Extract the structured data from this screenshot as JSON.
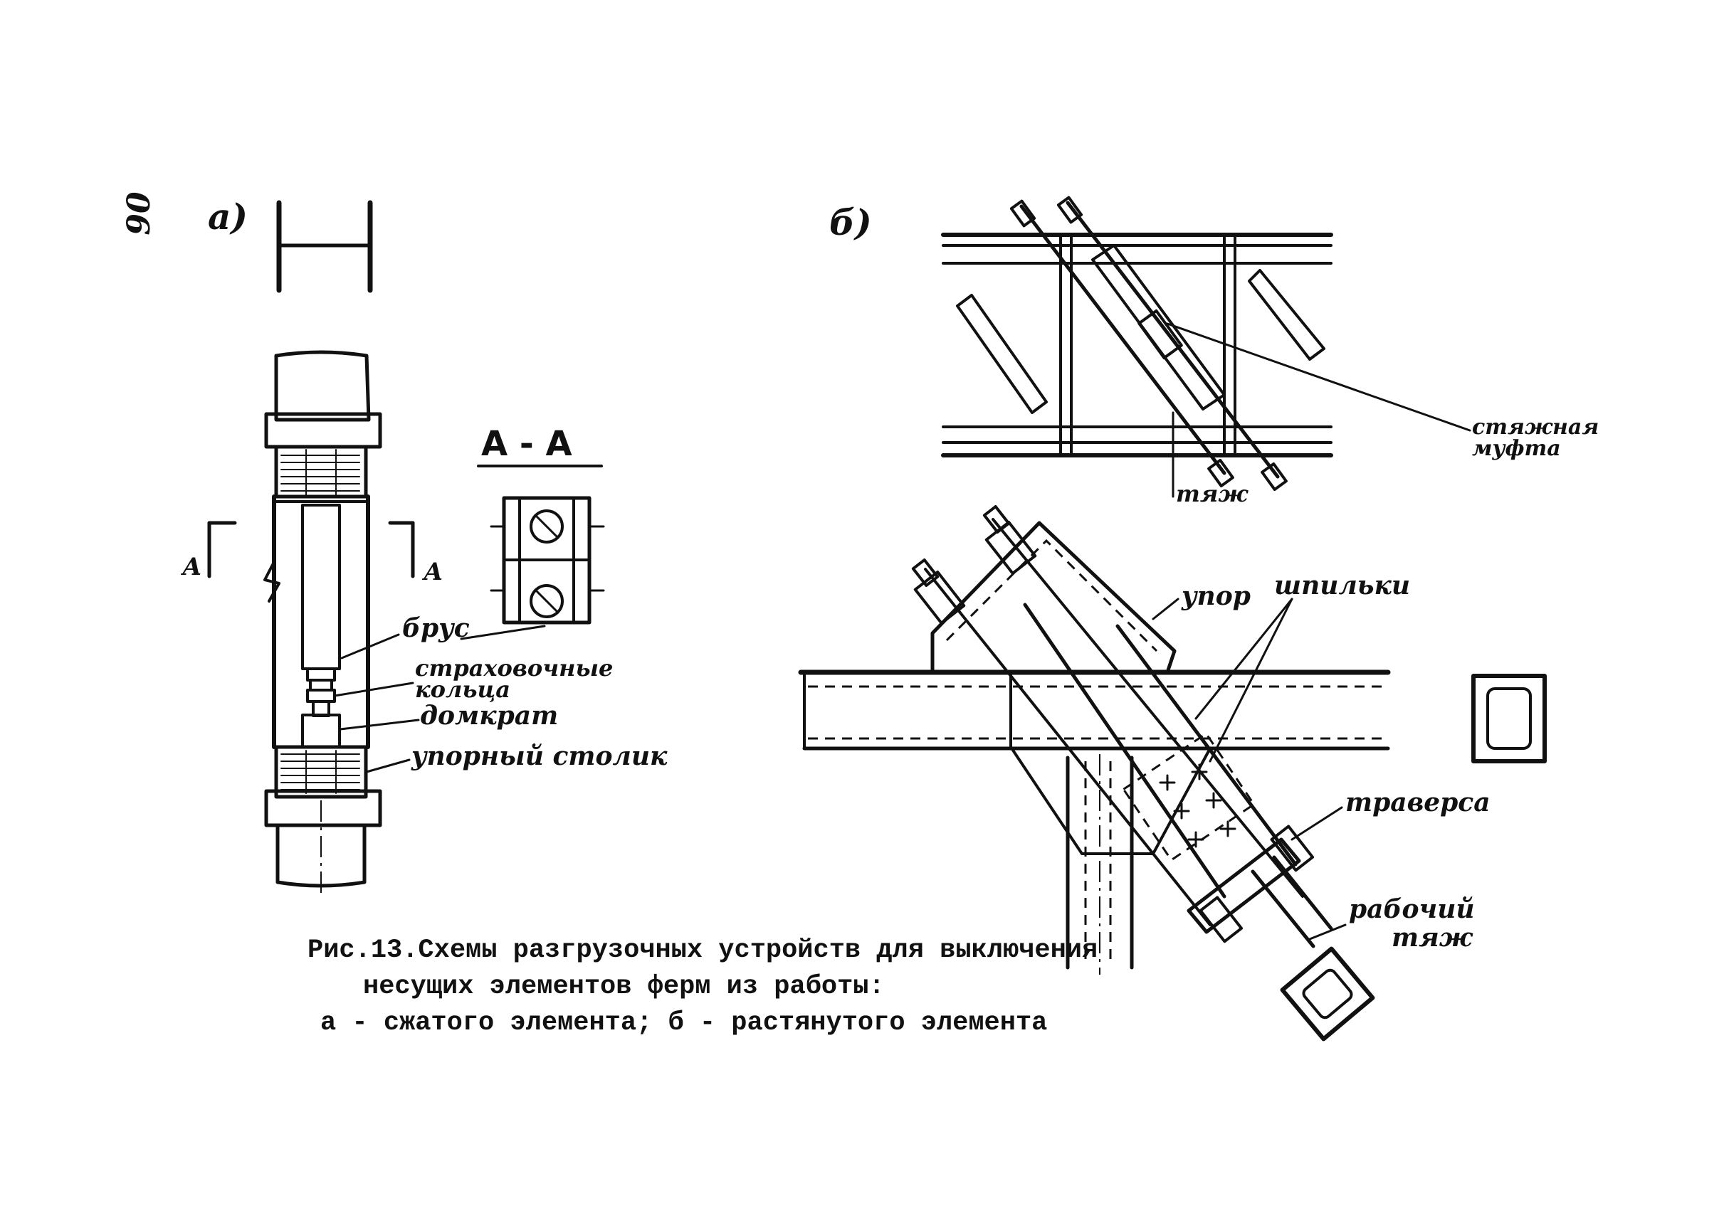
{
  "page": {
    "page_number": "90",
    "panel_a": "а)",
    "panel_b": "б)"
  },
  "section": {
    "title": "А - А",
    "mark": "А"
  },
  "labels_a": {
    "beam": "брус",
    "rings_1": "страховочные",
    "rings_2": "кольца",
    "jack": "домкрат",
    "stop_table": "упорный столик"
  },
  "labels_b": {
    "coupling_1": "стяжная",
    "coupling_2": "муфта",
    "rod": "тяж",
    "stop": "упор",
    "studs": "шпильки",
    "traverse": "траверса",
    "work_rod_1": "рабочий",
    "work_rod_2": "тяж"
  },
  "caption": {
    "line1": "Рис.13.Схемы разгрузочных устройств для выключения",
    "line2": "несущих элементов ферм из работы:",
    "line3": "а - сжатого элемента; б - растянутого элемента"
  }
}
